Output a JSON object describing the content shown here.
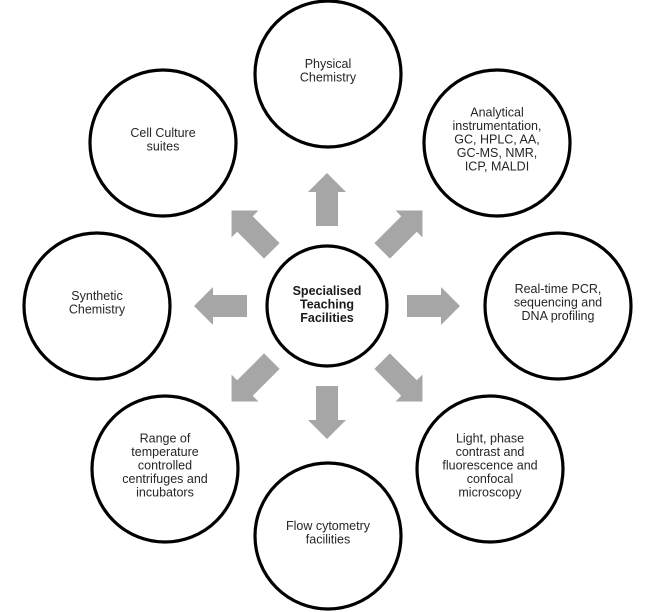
{
  "diagram": {
    "type": "hub-and-spoke",
    "arrow_color": "#a6a6a6",
    "circle_stroke_color": "#000000",
    "hub": {
      "id": "specialised-teaching-facilities",
      "lines": [
        "Specialised",
        "Teaching",
        "Facilities"
      ]
    },
    "nodes": [
      {
        "id": "physical-chemistry",
        "direction": "N",
        "lines": [
          "Physical",
          "Chemistry"
        ]
      },
      {
        "id": "analytical-instrumentation",
        "direction": "NE",
        "lines": [
          "Analytical",
          "instrumentation,",
          "GC, HPLC, AA,",
          "GC-MS, NMR,",
          "ICP, MALDI"
        ]
      },
      {
        "id": "real-time-pcr",
        "direction": "E",
        "lines": [
          "Real-time PCR,",
          "sequencing and",
          "DNA profiling"
        ]
      },
      {
        "id": "microscopy",
        "direction": "SE",
        "lines": [
          "Light, phase",
          "contrast and",
          "fluorescence and",
          "confocal",
          "microscopy"
        ]
      },
      {
        "id": "flow-cytometry",
        "direction": "S",
        "lines": [
          "Flow cytometry",
          "facilities"
        ]
      },
      {
        "id": "temperature-controlled",
        "direction": "SW",
        "lines": [
          "Range of",
          "temperature",
          "controlled",
          "centrifuges and",
          "incubators"
        ]
      },
      {
        "id": "synthetic-chemistry",
        "direction": "W",
        "lines": [
          "Synthetic",
          "Chemistry"
        ]
      },
      {
        "id": "cell-culture",
        "direction": "NW",
        "lines": [
          "Cell Culture",
          "suites"
        ]
      }
    ]
  }
}
